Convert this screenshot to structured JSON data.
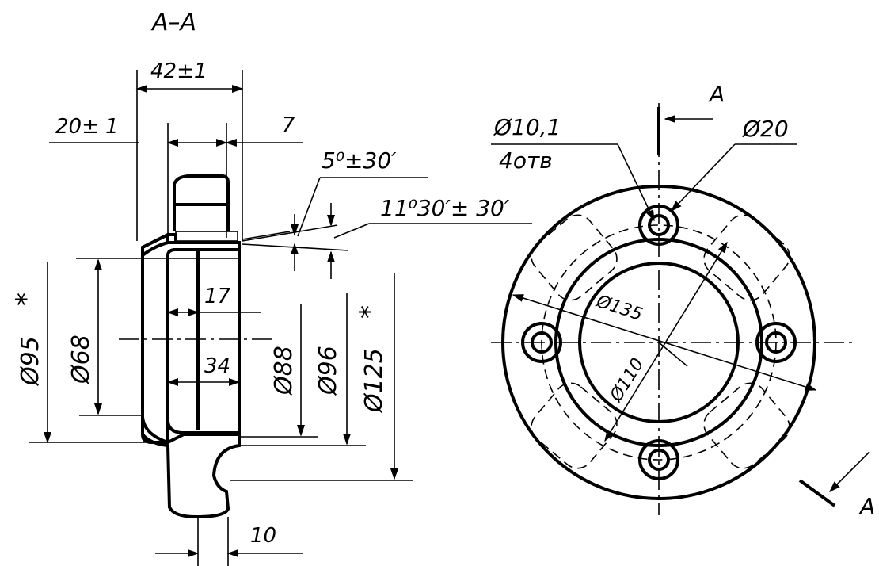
{
  "section_title": "A–A",
  "dims": {
    "width_overall": "42±1",
    "width_left": "20± 1",
    "width_right": "7",
    "angle_small": "5⁰±30′",
    "angle_large": "11⁰30′± 30′",
    "inner_len_17": "17",
    "inner_len_34": "34",
    "dia_95": "Ø95",
    "dia_95_star": "*",
    "dia_68": "Ø68",
    "dia_88": "Ø88",
    "dia_96": "Ø96",
    "dia_125": "Ø125",
    "dia_125_star": "*",
    "bottom_10": "10",
    "hole_dia": "Ø10,1",
    "hole_count": "4отв",
    "boss_dia": "Ø20",
    "bolt_circle": "Ø135",
    "inner_dia_110": "Ø110",
    "cut_label_top": "A",
    "cut_label_bottom": "A"
  }
}
